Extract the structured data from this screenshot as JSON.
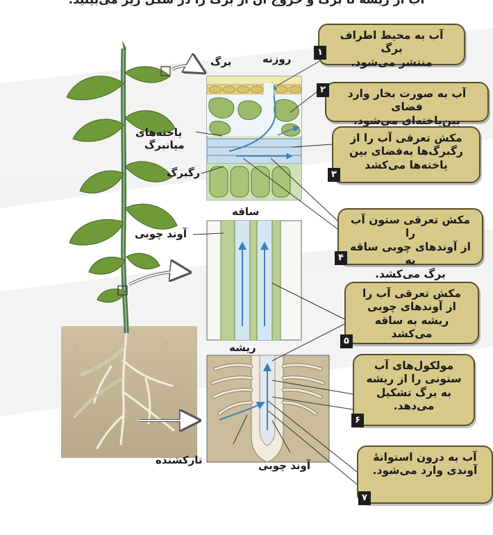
{
  "top_text": "آب از ریشه تا برگ و خروج آن از برگ را در شکل زیر می‌بینید.",
  "labels": {
    "leaf": "برگ",
    "stoma": "روزنه",
    "mesophyll_line1": "یاخته‌های",
    "mesophyll_line2": "میانبرگ",
    "vein": "رگبرگ",
    "stem": "ساقه",
    "xylem_stem": "آوند چوبی",
    "root": "ریشه",
    "root_hair": "تارکشنده",
    "xylem_root": "آوند چوبی"
  },
  "callouts": [
    {
      "number": "۱",
      "lines": [
        "آب به محیط اطراف برگ",
        "منتشر می‌شود."
      ]
    },
    {
      "number": "۲",
      "lines": [
        "آب به صورت بخار وارد فضای",
        "بین‌یاخته‌ای می‌شود."
      ]
    },
    {
      "number": "۳",
      "lines": [
        "مکش تعرقی آب را از",
        "رگبرگ‌ها به‌فضای بین",
        "یاخته‌ها می‌کشد"
      ]
    },
    {
      "number": "۴",
      "lines": [
        "مکش تعرقی ستون آب را",
        "از آوندهای چوبی ساقه به",
        "برگ می‌کشد."
      ]
    },
    {
      "number": "۵",
      "lines": [
        "مکش تعرقی آب را",
        "از آوندهای چوبی",
        "ریشه به ساقه می‌کشد"
      ]
    },
    {
      "number": "۶",
      "lines": [
        "مولکول‌های آب",
        "ستونی را از ریشه",
        "به برگ تشکیل",
        "می‌دهد."
      ]
    },
    {
      "number": "۷",
      "lines": [
        "آب به درون استوانهٔ",
        "آوندی وارد می‌شود."
      ]
    }
  ],
  "colors": {
    "callout_fill": "#d7c98a",
    "callout_border": "#5a4e2a",
    "water": "#7fb3d9",
    "plant_green": "#4f7a2c",
    "soil": "#c4b596"
  }
}
